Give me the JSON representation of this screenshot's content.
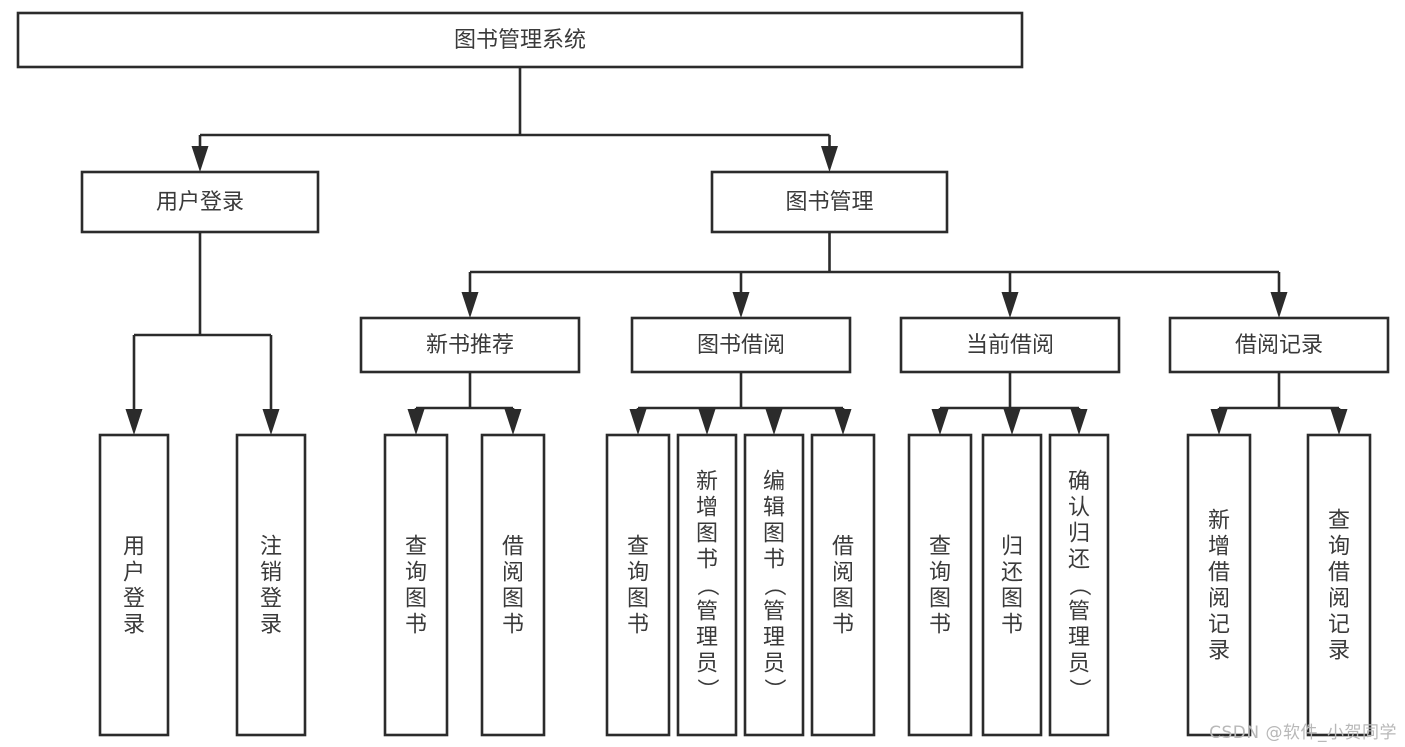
{
  "diagram": {
    "type": "tree-hierarchy",
    "title": "图书管理系统",
    "orientation": "top-down",
    "colors": {
      "stroke": "#2b2b2b",
      "node_fill": "#ffffff",
      "text": "#3a3a3a",
      "background": "#ffffff",
      "watermark": "#b8b8b8"
    },
    "nodes": {
      "root": {
        "label": "图书管理系统",
        "level": 0,
        "orientation": "horizontal"
      },
      "l1": [
        {
          "id": "user-login",
          "label": "用户登录",
          "level": 1,
          "orientation": "horizontal"
        },
        {
          "id": "book-manage",
          "label": "图书管理",
          "level": 1,
          "orientation": "horizontal"
        }
      ],
      "l2": [
        {
          "id": "new-book-recommend",
          "label": "新书推荐",
          "level": 2,
          "orientation": "horizontal"
        },
        {
          "id": "book-borrow",
          "label": "图书借阅",
          "level": 2,
          "orientation": "horizontal"
        },
        {
          "id": "current-borrow",
          "label": "当前借阅",
          "level": 2,
          "orientation": "horizontal"
        },
        {
          "id": "borrow-record",
          "label": "借阅记录",
          "level": 2,
          "orientation": "horizontal"
        }
      ],
      "leaves": [
        {
          "id": "leaf-user-login",
          "label": "用户登录",
          "parent": "user-login",
          "orientation": "vertical"
        },
        {
          "id": "leaf-user-logout",
          "label": "注销登录",
          "parent": "user-login",
          "orientation": "vertical"
        },
        {
          "id": "leaf-query-book-1",
          "label": "查询图书",
          "parent": "new-book-recommend",
          "orientation": "vertical"
        },
        {
          "id": "leaf-borrow-book-1",
          "label": "借阅图书",
          "parent": "new-book-recommend",
          "orientation": "vertical"
        },
        {
          "id": "leaf-query-book-2",
          "label": "查询图书",
          "parent": "book-borrow",
          "orientation": "vertical"
        },
        {
          "id": "leaf-add-book",
          "label": "新增图书（管理员）",
          "parent": "book-borrow",
          "orientation": "vertical"
        },
        {
          "id": "leaf-edit-book",
          "label": "编辑图书（管理员）",
          "parent": "book-borrow",
          "orientation": "vertical"
        },
        {
          "id": "leaf-borrow-book-2",
          "label": "借阅图书",
          "parent": "book-borrow",
          "orientation": "vertical"
        },
        {
          "id": "leaf-query-book-3",
          "label": "查询图书",
          "parent": "current-borrow",
          "orientation": "vertical"
        },
        {
          "id": "leaf-return-book",
          "label": "归还图书",
          "parent": "current-borrow",
          "orientation": "vertical"
        },
        {
          "id": "leaf-confirm-return",
          "label": "确认归还（管理员）",
          "parent": "current-borrow",
          "orientation": "vertical"
        },
        {
          "id": "leaf-add-record",
          "label": "新增借阅记录",
          "parent": "borrow-record",
          "orientation": "vertical"
        },
        {
          "id": "leaf-query-record",
          "label": "查询借阅记录",
          "parent": "borrow-record",
          "orientation": "vertical"
        }
      ]
    },
    "edges": [
      {
        "from": "root",
        "to": "user-login"
      },
      {
        "from": "root",
        "to": "book-manage"
      },
      {
        "from": "book-manage",
        "to": "new-book-recommend"
      },
      {
        "from": "book-manage",
        "to": "book-borrow"
      },
      {
        "from": "book-manage",
        "to": "current-borrow"
      },
      {
        "from": "book-manage",
        "to": "borrow-record"
      },
      {
        "from": "user-login",
        "to": "leaf-user-login"
      },
      {
        "from": "user-login",
        "to": "leaf-user-logout"
      },
      {
        "from": "new-book-recommend",
        "to": "leaf-query-book-1"
      },
      {
        "from": "new-book-recommend",
        "to": "leaf-borrow-book-1"
      },
      {
        "from": "book-borrow",
        "to": "leaf-query-book-2"
      },
      {
        "from": "book-borrow",
        "to": "leaf-add-book"
      },
      {
        "from": "book-borrow",
        "to": "leaf-edit-book"
      },
      {
        "from": "book-borrow",
        "to": "leaf-borrow-book-2"
      },
      {
        "from": "current-borrow",
        "to": "leaf-query-book-3"
      },
      {
        "from": "current-borrow",
        "to": "leaf-return-book"
      },
      {
        "from": "current-borrow",
        "to": "leaf-confirm-return"
      },
      {
        "from": "borrow-record",
        "to": "leaf-add-record"
      },
      {
        "from": "borrow-record",
        "to": "leaf-query-record"
      }
    ]
  },
  "watermark": {
    "label": "CSDN @软件_小贺同学"
  }
}
